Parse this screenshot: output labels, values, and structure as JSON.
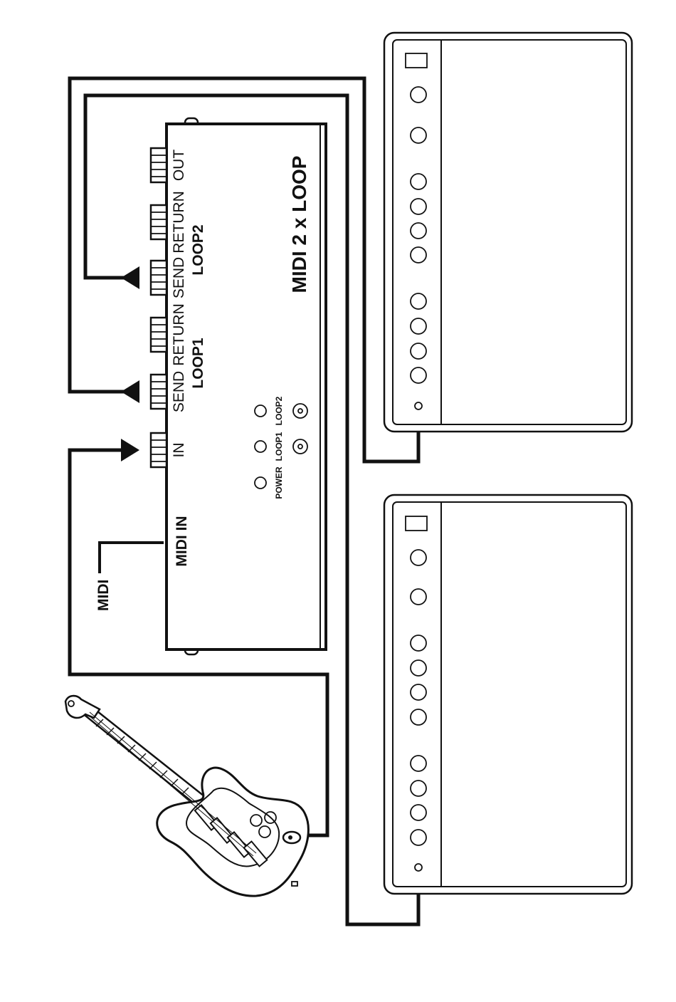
{
  "device": {
    "title": "MIDI 2 x LOOP",
    "jacks": {
      "in": "IN",
      "send1": "SEND",
      "return1": "RETURN",
      "send2": "SEND",
      "return2": "RETURN",
      "out": "OUT"
    },
    "loop1_label": "LOOP1",
    "loop2_label": "LOOP2",
    "midi_in_label": "MIDI IN",
    "leds": {
      "power": "POWER",
      "loop1": "LOOP1",
      "loop2": "LOOP2"
    }
  },
  "midi_label": "MIDI",
  "colors": {
    "ink": "#111111",
    "background": "#ffffff"
  }
}
